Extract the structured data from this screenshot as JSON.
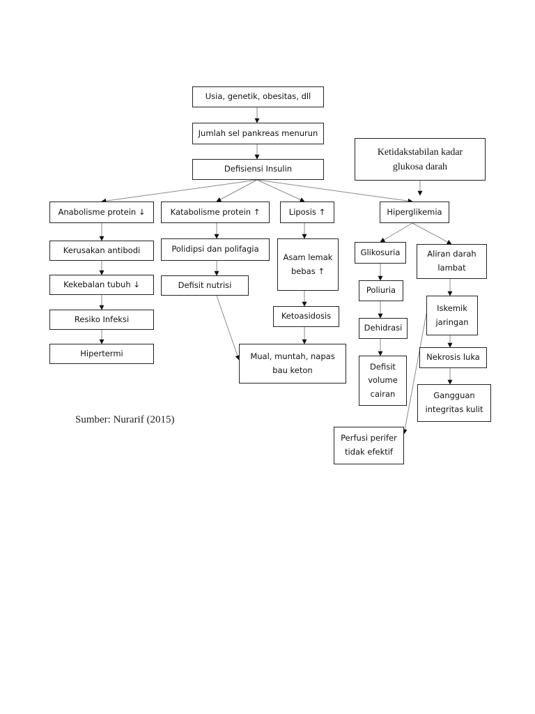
{
  "nodes": {
    "usia": "Usia, genetik, obesitas, dll",
    "jumlah_sel": "Jumlah sel pankreas menurun",
    "defisiensi_insulin": "Defisiensi Insulin",
    "ketidakstabilan": "Ketidakstabilan kadar\nglukosa darah",
    "anabolisme": "Anabolisme protein ↓",
    "katabolisme": "Katabolisme protein ↑",
    "liposis": "Liposis ↑",
    "hiperglikemia": "Hiperglikemia",
    "kerusakan_antibodi": "Kerusakan antibodi",
    "polidipsi": "Polidipsi dan polifagia",
    "asam_lemak": "Asam lemak\nbebas ↑",
    "glikosuria": "Glikosuria",
    "aliran_darah": "Aliran darah\nlambat",
    "kekebalan": "Kekebalan tubuh  ↓",
    "defisit_nutrisi": "Defisit nutrisi",
    "poliuria": "Poliuria",
    "iskemik": "Iskemik\njaringan",
    "resiko_infeksi": "Resiko Infeksi",
    "ketoasidosis": "Ketoasidosis",
    "dehidrasi": "Dehidrasi",
    "hipertermi": "Hipertermi",
    "mual": "Mual, muntah, napas\nbau keton",
    "nekrosis": "Nekrosis luka",
    "defisit_volume": "Defisit\nvolume\ncairan",
    "gangguan": "Gangguan\nintegritas kulit",
    "perfusi": "Perfusi perifer\ntidak efektif"
  },
  "source": "Sumber: Nurarif (2015)"
}
